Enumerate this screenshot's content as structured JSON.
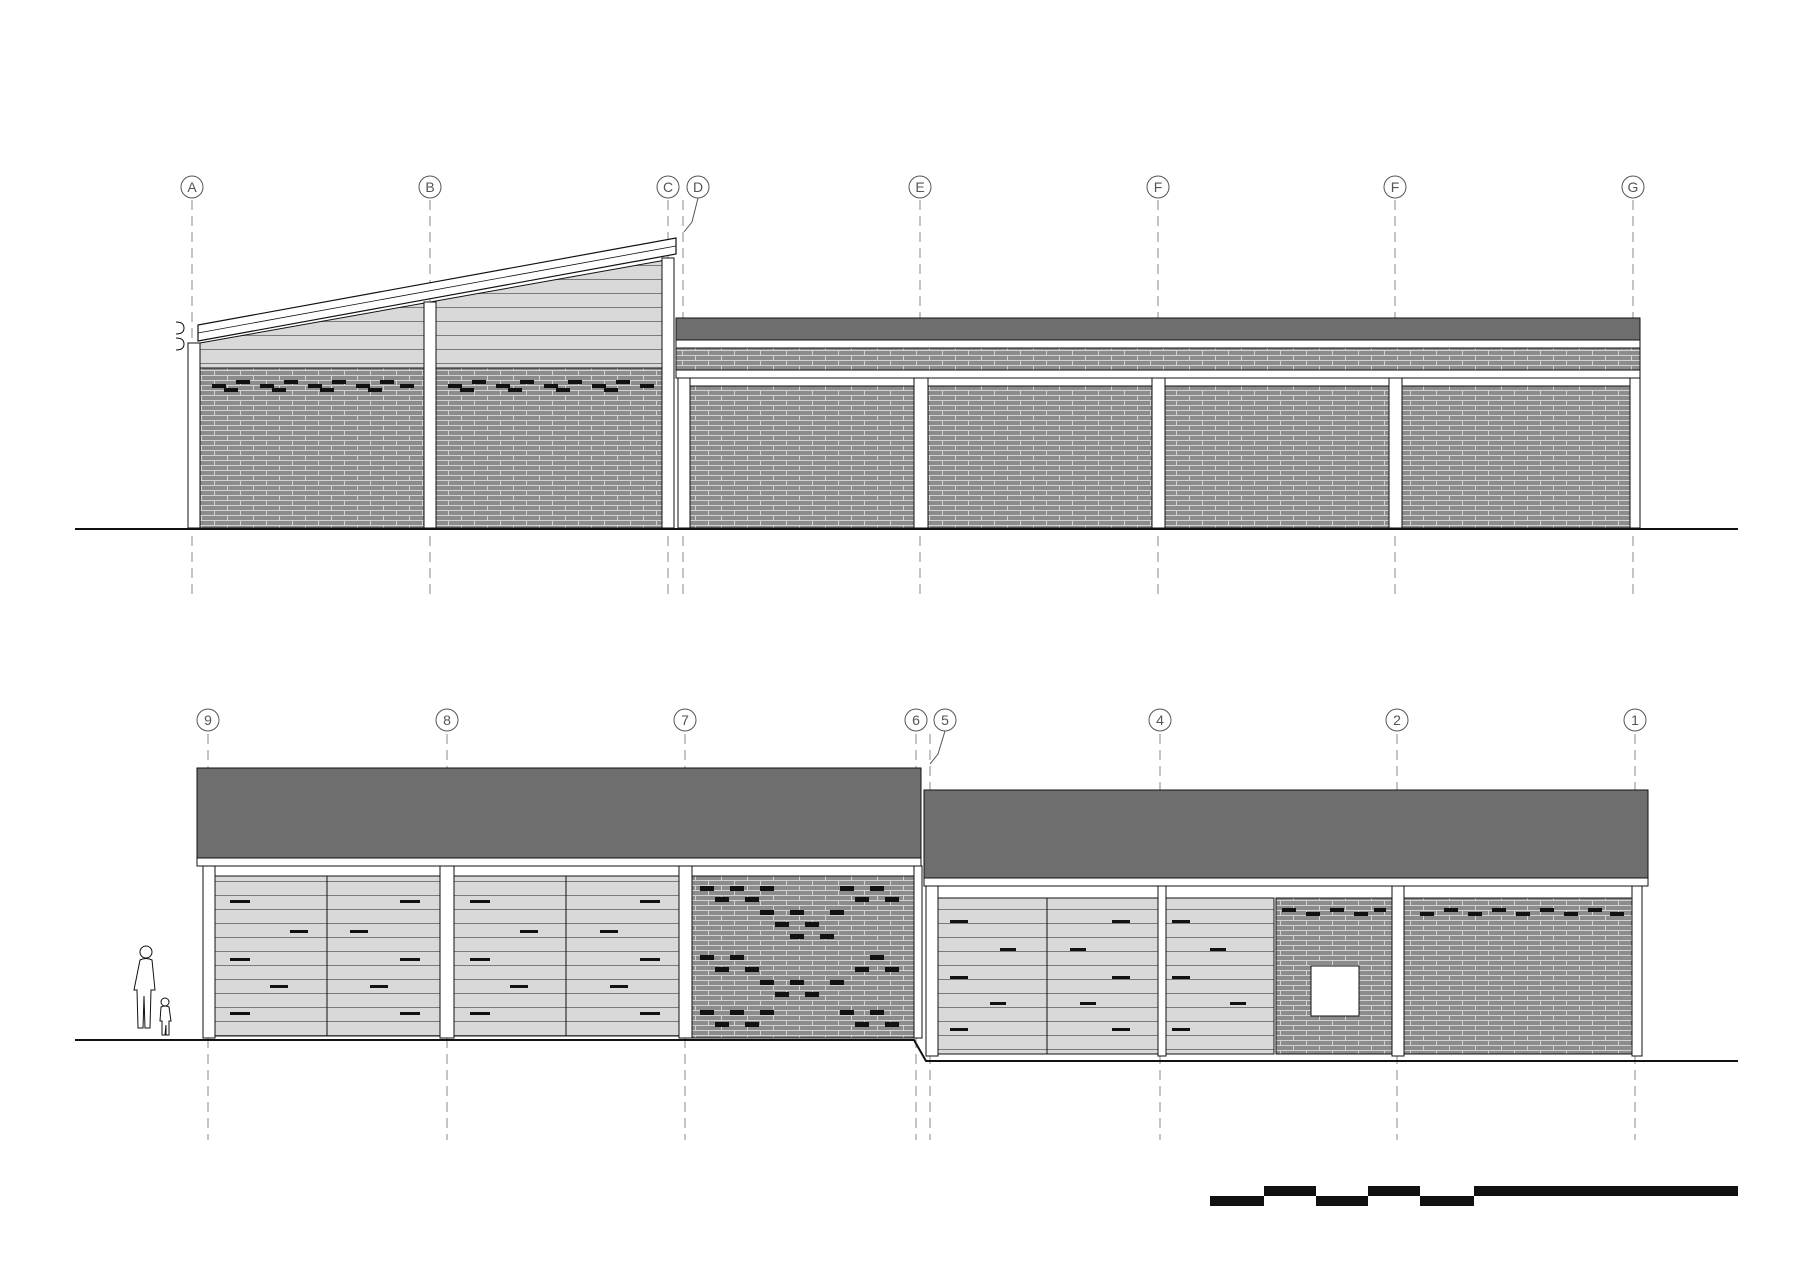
{
  "elevation_top": {
    "grid_labels": [
      "A",
      "B",
      "C",
      "D",
      "E",
      "F",
      "F",
      "G"
    ]
  },
  "elevation_bottom": {
    "grid_labels": [
      "9",
      "8",
      "7",
      "6",
      "5",
      "4",
      "2",
      "1"
    ]
  },
  "colors": {
    "roof_dark": "#6e6e6e",
    "brick_fill": "#8a8a8a",
    "brick_mortar": "#d0d0d0",
    "louver_fill": "#d8d8d8",
    "line": "#111111",
    "grid_line": "#888888"
  },
  "scale_bar": {
    "segments": 5
  }
}
